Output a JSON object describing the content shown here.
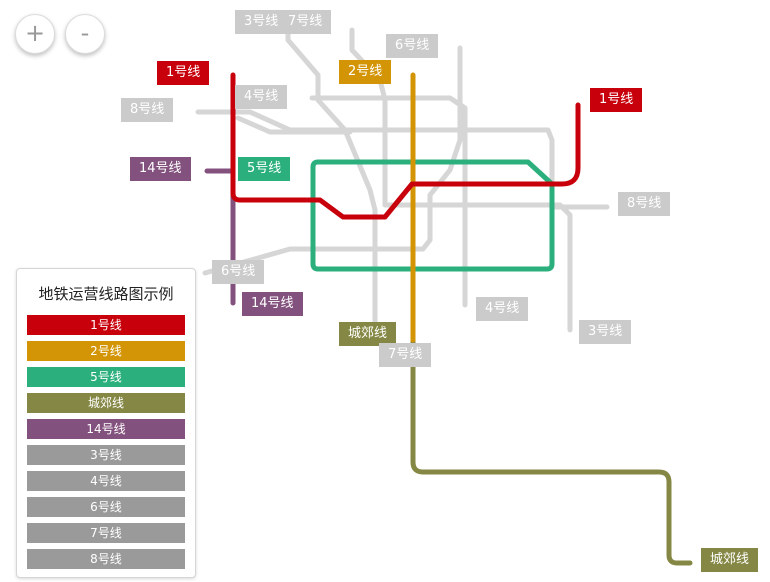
{
  "zoom": {
    "in_label": "+",
    "out_label": "-"
  },
  "colors": {
    "line1": "#c8000b",
    "line2": "#d39505",
    "line5": "#2bb07d",
    "suburban": "#858844",
    "line14": "#83517d",
    "gray_line": "#d6d6d6",
    "gray_label": "#cbcbcb"
  },
  "map_labels": {
    "line3_top": "3号线",
    "line7_top": "7号线",
    "line6_top": "6号线",
    "line2": "2号线",
    "line1_left": "1号线",
    "line4_top": "4号线",
    "line8_left": "8号线",
    "line1_right": "1号线",
    "line14_top": "14号线",
    "line5": "5号线",
    "line8_right": "8号线",
    "line6_left": "6号线",
    "line14_bottom": "14号线",
    "line4_bottom": "4号线",
    "line3_bottom": "3号线",
    "suburban_mid": "城郊线",
    "line7_bottom": "7号线",
    "suburban_end": "城郊线"
  },
  "legend": {
    "title": "地铁运营线路图示例",
    "items": [
      {
        "label": "1号线",
        "color": "#c8000b"
      },
      {
        "label": "2号线",
        "color": "#d39505"
      },
      {
        "label": "5号线",
        "color": "#2bb07d"
      },
      {
        "label": "城郊线",
        "color": "#858844"
      },
      {
        "label": "14号线",
        "color": "#83517d"
      },
      {
        "label": "3号线",
        "color": "#9a9a9a"
      },
      {
        "label": "4号线",
        "color": "#9a9a9a"
      },
      {
        "label": "6号线",
        "color": "#9a9a9a"
      },
      {
        "label": "7号线",
        "color": "#9a9a9a"
      },
      {
        "label": "8号线",
        "color": "#9a9a9a"
      }
    ]
  }
}
